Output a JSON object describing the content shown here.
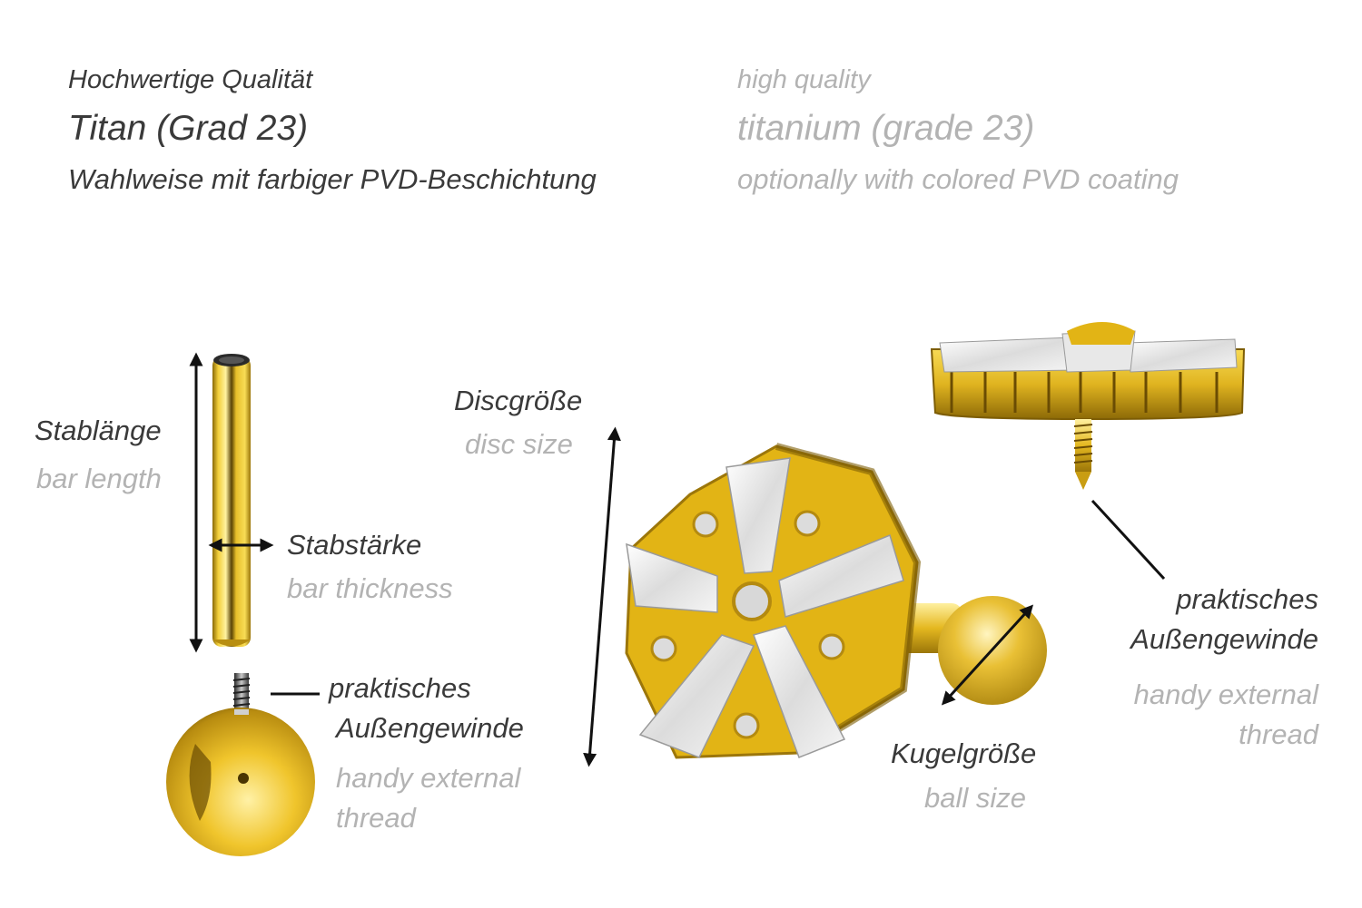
{
  "header": {
    "de": {
      "line1": "Hochwertige Qualität",
      "line2": "Titan (Grad 23)",
      "line3": "Wahlweise mit farbiger PVD-Beschichtung"
    },
    "en": {
      "line1": "high quality",
      "line2": "titanium (grade 23)",
      "line3": "optionally with colored PVD coating"
    }
  },
  "labels": {
    "bar_length": {
      "de": "Stablänge",
      "en": "bar length"
    },
    "bar_thickness": {
      "de": "Stabstärke",
      "en": "bar thickness"
    },
    "ball_thread": {
      "de_line1": "praktisches",
      "de_line2": "Außengewinde",
      "en_line1": "handy external",
      "en_line2": "thread"
    },
    "disc_size": {
      "de": "Discgröße",
      "en": "disc size"
    },
    "ball_size": {
      "de": "Kugelgröße",
      "en": "ball size"
    },
    "top_thread": {
      "de_line1": "praktisches",
      "de_line2": "Außengewinde",
      "en_line1": "handy external",
      "en_line2": "thread"
    }
  },
  "colors": {
    "gold": "#e3b51c",
    "text_dark": "#3a3a3a",
    "text_light": "#b3b3b3"
  },
  "illustrations": [
    "threaded-bar",
    "threaded-ball",
    "flower-disc-helix",
    "flat-disc-top"
  ]
}
